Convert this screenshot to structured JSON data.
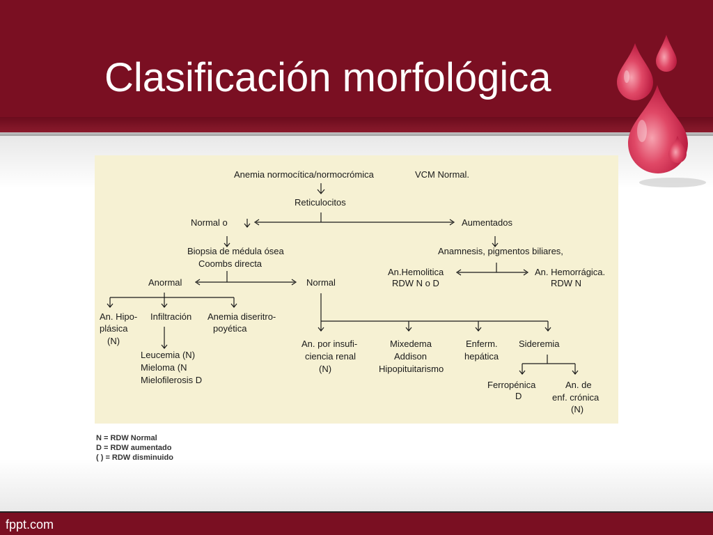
{
  "slide": {
    "title": "Clasificación morfológica"
  },
  "footer": {
    "brand": "fppt.com"
  },
  "diagram": {
    "nodes": {
      "root": "Anemia normocítica/normocrómica",
      "vcm": "VCM  Normal.",
      "reticulocitos": "Reticulocitos",
      "normal_o": "Normal   o",
      "aumentados": "Aumentados",
      "biopsia_1": "Biopsia de médula ósea",
      "biopsia_2": "Coombs directa",
      "anamnesis": "Anamnesis, pigmentos biliares,",
      "anormal": "Anormal",
      "normal": "Normal",
      "hemolitica_1": "An.Hemolitica",
      "hemolitica_2": "RDW  N o D",
      "hemorragica_1": "An. Hemorrágica.",
      "hemorragica_2": "RDW  N",
      "hipo_1": "An. Hipo-",
      "hipo_2": "plásica",
      "hipo_3": "(N)",
      "infiltracion": "Infiltración",
      "diseritro_1": "Anemia diseritro-",
      "diseritro_2": "poyética",
      "leucemia": "Leucemia (N)",
      "mieloma": "Mieloma   (N",
      "mielofibrosis": "Mielofilerosis D",
      "renal_1": "An. por insufi-",
      "renal_2": "ciencia renal",
      "renal_3": "(N)",
      "mixedema_1": "Mixedema",
      "mixedema_2": "Addison",
      "mixedema_3": "Hipopituitarismo",
      "hepatica_1": "Enferm.",
      "hepatica_2": "hepática",
      "sideremia": "Sideremia",
      "ferropenica_1": "Ferropénica",
      "ferropenica_2": "D",
      "cronica_1": "An. de",
      "cronica_2": "enf. crónica",
      "cronica_3": "(N)"
    },
    "legend": [
      "N = RDW Normal",
      "D = RDW aumentado",
      "(   ) = RDW disminuido"
    ]
  }
}
